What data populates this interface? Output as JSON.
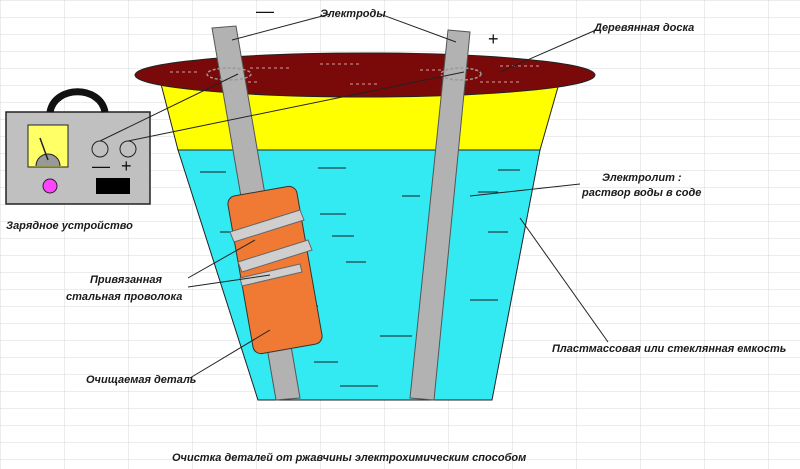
{
  "labels": {
    "electrodes": "Электроды",
    "board": "Деревянная доска",
    "electrolyte_line1": "Электролит :",
    "electrolyte_line2": "раствор воды в соде",
    "container": "Пластмассовая или стеклянная емкость",
    "charger": "Зарядное устройство",
    "wire_line1": "Привязанная",
    "wire_line2": "стальная проволока",
    "part": "Очищаемая деталь",
    "caption": "Очистка деталей от ржавчины электрохимическим способом"
  },
  "signs": {
    "electrode_minus": "—",
    "electrode_plus": "+",
    "charger_minus": "—",
    "charger_plus": "+"
  },
  "icons": {
    "gauge": "gauge-icon",
    "terminal_minus": "terminal-minus-icon",
    "terminal_plus": "terminal-plus-icon",
    "indicator": "indicator-lamp-icon",
    "switch": "switch-icon"
  },
  "colors": {
    "electrolyte": "#33eaf2",
    "container_top": "#ffff00",
    "board": "#7a0a0a",
    "electrode": "#b2b2b2",
    "part": "#f07a33",
    "charger_body": "#c0c0c0",
    "gauge": "#ffff66",
    "indicator": "#ff44ff",
    "background_grid": "#d8d8d8"
  }
}
